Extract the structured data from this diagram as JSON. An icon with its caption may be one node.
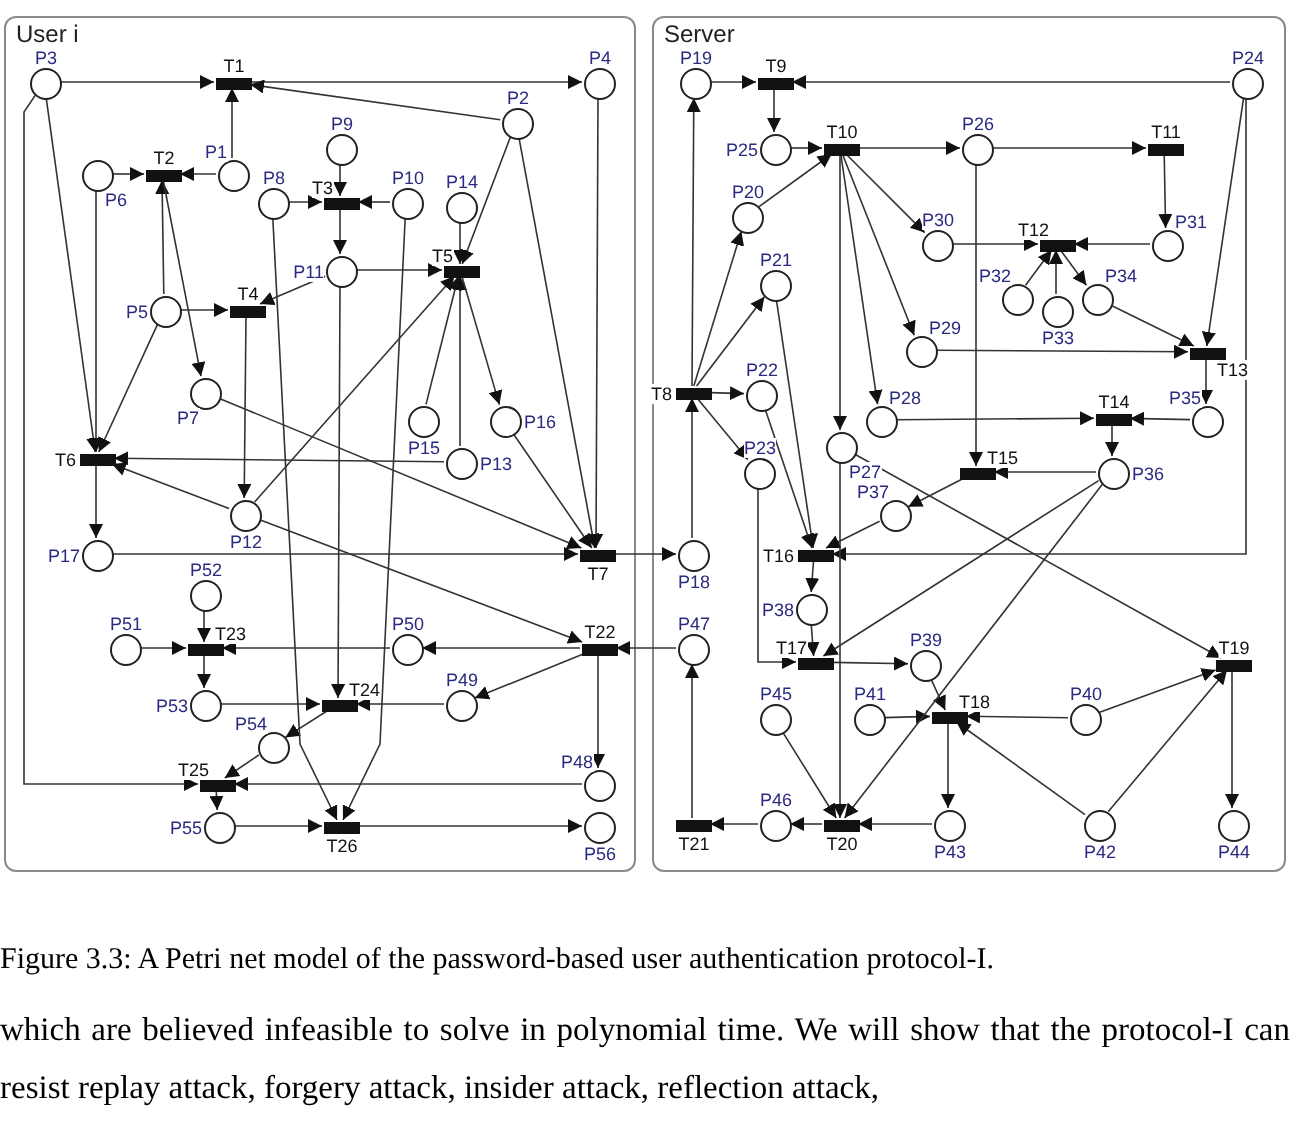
{
  "diagram": {
    "caption": "Figure 3.3: A Petri net model of the password-based user authentication protocol-I.",
    "nodes": [
      {
        "text": [
          "User i"
        ]
      },
      {
        "text": [
          "P1"
        ],
        "in": 0
      },
      {
        "text": [
          "P2"
        ],
        "in": 0
      },
      {
        "text": [
          "P3"
        ],
        "in": 0
      },
      {
        "text": [
          "P4"
        ],
        "in": 0
      },
      {
        "text": [
          "P5"
        ],
        "in": 0
      },
      {
        "text": [
          "P6"
        ],
        "in": 0
      },
      {
        "text": [
          "P7"
        ],
        "in": 0
      },
      {
        "text": [
          "P8"
        ],
        "in": 0
      },
      {
        "text": [
          "P9"
        ],
        "in": 0
      },
      {
        "text": [
          "P10"
        ],
        "in": 0
      },
      {
        "text": [
          "P11"
        ],
        "in": 0
      },
      {
        "text": [
          "P12"
        ],
        "in": 0
      },
      {
        "text": [
          "P13"
        ],
        "in": 0
      },
      {
        "text": [
          "P14"
        ],
        "in": 0
      },
      {
        "text": [
          "P15"
        ],
        "in": 0
      },
      {
        "text": [
          "P16"
        ],
        "in": 0
      },
      {
        "text": [
          "P17"
        ],
        "in": 0
      },
      {
        "text": [
          "T1"
        ],
        "in": 0
      },
      {
        "text": [
          "T2"
        ],
        "in": 0
      },
      {
        "text": [
          "T3"
        ],
        "in": 0
      },
      {
        "text": [
          "T4"
        ],
        "in": 0
      },
      {
        "text": [
          "T5"
        ],
        "in": 0
      },
      {
        "text": [
          "T6"
        ],
        "in": 0
      },
      {
        "text": [
          "T7"
        ],
        "in": 0
      },
      {
        "text": [
          "P48"
        ],
        "in": 0
      },
      {
        "text": [
          "P49"
        ],
        "in": 0
      },
      {
        "text": [
          "P50"
        ],
        "in": 0
      },
      {
        "text": [
          "P51"
        ],
        "in": 0
      },
      {
        "text": [
          "P52"
        ],
        "in": 0
      },
      {
        "text": [
          "P53"
        ],
        "in": 0
      },
      {
        "text": [
          "P54"
        ],
        "in": 0
      },
      {
        "text": [
          "P55"
        ],
        "in": 0
      },
      {
        "text": [
          "P56"
        ],
        "in": 0
      },
      {
        "text": [
          "T22"
        ],
        "in": 0
      },
      {
        "text": [
          "T23"
        ],
        "in": 0
      },
      {
        "text": [
          "T24"
        ],
        "in": 0
      },
      {
        "text": [
          "T25"
        ],
        "in": 0
      },
      {
        "text": [
          "T26"
        ],
        "in": 0
      },
      {
        "text": [
          "Server"
        ]
      },
      {
        "text": [
          "P18"
        ],
        "in": 39
      },
      {
        "text": [
          "P19"
        ],
        "in": 39
      },
      {
        "text": [
          "P20"
        ],
        "in": 39
      },
      {
        "text": [
          "P21"
        ],
        "in": 39
      },
      {
        "text": [
          "P22"
        ],
        "in": 39
      },
      {
        "text": [
          "P23"
        ],
        "in": 39
      },
      {
        "text": [
          "P24"
        ],
        "in": 39
      },
      {
        "text": [
          "P25"
        ],
        "in": 39
      },
      {
        "text": [
          "P26"
        ],
        "in": 39
      },
      {
        "text": [
          "P27"
        ],
        "in": 39
      },
      {
        "text": [
          "P28"
        ],
        "in": 39
      },
      {
        "text": [
          "P29"
        ],
        "in": 39
      },
      {
        "text": [
          "P30"
        ],
        "in": 39
      },
      {
        "text": [
          "P31"
        ],
        "in": 39
      },
      {
        "text": [
          "P32"
        ],
        "in": 39
      },
      {
        "text": [
          "P33"
        ],
        "in": 39
      },
      {
        "text": [
          "P34"
        ],
        "in": 39
      },
      {
        "text": [
          "P35"
        ],
        "in": 39
      },
      {
        "text": [
          "P36"
        ],
        "in": 39
      },
      {
        "text": [
          "P37"
        ],
        "in": 39
      },
      {
        "text": [
          "P38"
        ],
        "in": 39
      },
      {
        "text": [
          "P39"
        ],
        "in": 39
      },
      {
        "text": [
          "P40"
        ],
        "in": 39
      },
      {
        "text": [
          "P41"
        ],
        "in": 39
      },
      {
        "text": [
          "P42"
        ],
        "in": 39
      },
      {
        "text": [
          "P43"
        ],
        "in": 39
      },
      {
        "text": [
          "P44"
        ],
        "in": 39
      },
      {
        "text": [
          "P45"
        ],
        "in": 39
      },
      {
        "text": [
          "P46"
        ],
        "in": 39
      },
      {
        "text": [
          "P47"
        ],
        "in": 39
      },
      {
        "text": [
          "T8"
        ],
        "in": 39
      },
      {
        "text": [
          "T9"
        ],
        "in": 39
      },
      {
        "text": [
          "T10"
        ],
        "in": 39
      },
      {
        "text": [
          "T11"
        ],
        "in": 39
      },
      {
        "text": [
          "T12"
        ],
        "in": 39
      },
      {
        "text": [
          "T13"
        ],
        "in": 39
      },
      {
        "text": [
          "T14"
        ],
        "in": 39
      },
      {
        "text": [
          "T15"
        ],
        "in": 39
      },
      {
        "text": [
          "T16"
        ],
        "in": 39
      },
      {
        "text": [
          "T17"
        ],
        "in": 39
      },
      {
        "text": [
          "T18"
        ],
        "in": 39
      },
      {
        "text": [
          "T19"
        ],
        "in": 39
      },
      {
        "text": [
          "T20"
        ],
        "in": 39
      },
      {
        "text": [
          "T21"
        ],
        "in": 39
      }
    ],
    "edges": [
      {
        "from": 3,
        "to": 18,
        "arrow": "to"
      },
      {
        "from": 18,
        "to": 4,
        "arrow": "to"
      },
      {
        "from": 2,
        "to": 18,
        "arrow": "to"
      },
      {
        "from": 1,
        "to": 18,
        "arrow": "to"
      },
      {
        "from": 6,
        "to": 19,
        "arrow": "to"
      },
      {
        "from": 1,
        "to": 19,
        "arrow": "to"
      },
      {
        "from": 5,
        "to": 19,
        "arrow": "to"
      },
      {
        "from": 19,
        "to": 7,
        "arrow": "to"
      },
      {
        "from": 9,
        "to": 20,
        "arrow": "to"
      },
      {
        "from": 8,
        "to": 20,
        "arrow": "to"
      },
      {
        "from": 10,
        "to": 20,
        "arrow": "to"
      },
      {
        "from": 20,
        "to": 11,
        "arrow": "to"
      },
      {
        "from": 11,
        "to": 22,
        "arrow": "to"
      },
      {
        "from": 11,
        "to": 21,
        "arrow": "to"
      },
      {
        "from": 5,
        "to": 21,
        "arrow": "to"
      },
      {
        "from": 14,
        "to": 22,
        "arrow": "to"
      },
      {
        "from": 2,
        "to": 22,
        "arrow": "to"
      },
      {
        "from": 13,
        "to": 22,
        "arrow": "to"
      },
      {
        "from": 15,
        "to": 22,
        "arrow": "to"
      },
      {
        "from": 12,
        "to": 22,
        "arrow": "to"
      },
      {
        "from": 22,
        "to": 16,
        "arrow": "to"
      },
      {
        "from": 21,
        "to": 12,
        "arrow": "to"
      },
      {
        "from": 3,
        "to": 23,
        "arrow": "to"
      },
      {
        "from": 6,
        "to": 23,
        "arrow": "to"
      },
      {
        "from": 5,
        "to": 23,
        "arrow": "to"
      },
      {
        "from": 13,
        "to": 23,
        "arrow": "to"
      },
      {
        "from": 12,
        "to": 23,
        "arrow": "to"
      },
      {
        "from": 23,
        "to": 17,
        "arrow": "to"
      },
      {
        "from": 2,
        "to": 24,
        "arrow": "to"
      },
      {
        "from": 4,
        "to": 24,
        "arrow": "to"
      },
      {
        "from": 16,
        "to": 24,
        "arrow": "to"
      },
      {
        "from": 7,
        "to": 24,
        "arrow": "to"
      },
      {
        "from": 17,
        "to": 24,
        "arrow": "to"
      },
      {
        "from": 24,
        "to": 40,
        "arrow": "to"
      },
      {
        "from": 12,
        "to": 34,
        "arrow": "to"
      },
      {
        "from": 69,
        "to": 34,
        "arrow": "to"
      },
      {
        "from": 34,
        "to": 27,
        "arrow": "to"
      },
      {
        "from": 34,
        "to": 26,
        "arrow": "to"
      },
      {
        "from": 34,
        "to": 25,
        "arrow": "to"
      },
      {
        "from": 29,
        "to": 35,
        "arrow": "to"
      },
      {
        "from": 28,
        "to": 35,
        "arrow": "to"
      },
      {
        "from": 27,
        "to": 35,
        "arrow": "to"
      },
      {
        "from": 35,
        "to": 30,
        "arrow": "to"
      },
      {
        "from": 30,
        "to": 36,
        "arrow": "to"
      },
      {
        "from": 26,
        "to": 36,
        "arrow": "to"
      },
      {
        "from": 11,
        "to": 36,
        "arrow": "to"
      },
      {
        "from": 36,
        "to": 31,
        "arrow": "to"
      },
      {
        "from": 31,
        "to": 37,
        "arrow": "to"
      },
      {
        "from": 25,
        "to": 37,
        "arrow": "to"
      },
      {
        "from": 3,
        "to": 37,
        "arrow": "to"
      },
      {
        "from": 37,
        "to": 32,
        "arrow": "to"
      },
      {
        "from": 32,
        "to": 38,
        "arrow": "to"
      },
      {
        "from": 8,
        "to": 38,
        "arrow": "to"
      },
      {
        "from": 10,
        "to": 38,
        "arrow": "to"
      },
      {
        "from": 38,
        "to": 33,
        "arrow": "to"
      },
      {
        "from": 40,
        "to": 70,
        "arrow": "to"
      },
      {
        "from": 70,
        "to": 41,
        "arrow": "to"
      },
      {
        "from": 70,
        "to": 42,
        "arrow": "to"
      },
      {
        "from": 70,
        "to": 43,
        "arrow": "to"
      },
      {
        "from": 70,
        "to": 44,
        "arrow": "to"
      },
      {
        "from": 70,
        "to": 45,
        "arrow": "to"
      },
      {
        "from": 41,
        "to": 71,
        "arrow": "to"
      },
      {
        "from": 46,
        "to": 71,
        "arrow": "to"
      },
      {
        "from": 71,
        "to": 47,
        "arrow": "to"
      },
      {
        "from": 47,
        "to": 72,
        "arrow": "to"
      },
      {
        "from": 42,
        "to": 72,
        "arrow": "to"
      },
      {
        "from": 72,
        "to": 48,
        "arrow": "to"
      },
      {
        "from": 72,
        "to": 52,
        "arrow": "to"
      },
      {
        "from": 72,
        "to": 51,
        "arrow": "to"
      },
      {
        "from": 72,
        "to": 50,
        "arrow": "to"
      },
      {
        "from": 72,
        "to": 49,
        "arrow": "to"
      },
      {
        "from": 48,
        "to": 73,
        "arrow": "to"
      },
      {
        "from": 73,
        "to": 53,
        "arrow": "to"
      },
      {
        "from": 53,
        "to": 74,
        "arrow": "to"
      },
      {
        "from": 52,
        "to": 74,
        "arrow": "to"
      },
      {
        "from": 54,
        "to": 74,
        "arrow": "to"
      },
      {
        "from": 55,
        "to": 74,
        "arrow": "to"
      },
      {
        "from": 74,
        "to": 56,
        "arrow": "to"
      },
      {
        "from": 56,
        "to": 75,
        "arrow": "to"
      },
      {
        "from": 51,
        "to": 75,
        "arrow": "to"
      },
      {
        "from": 46,
        "to": 75,
        "arrow": "to"
      },
      {
        "from": 75,
        "to": 57,
        "arrow": "to"
      },
      {
        "from": 57,
        "to": 76,
        "arrow": "to"
      },
      {
        "from": 50,
        "to": 76,
        "arrow": "to"
      },
      {
        "from": 76,
        "to": 58,
        "arrow": "to"
      },
      {
        "from": 58,
        "to": 77,
        "arrow": "to"
      },
      {
        "from": 48,
        "to": 77,
        "arrow": "to"
      },
      {
        "from": 77,
        "to": 59,
        "arrow": "to"
      },
      {
        "from": 59,
        "to": 78,
        "arrow": "to"
      },
      {
        "from": 43,
        "to": 78,
        "arrow": "to"
      },
      {
        "from": 44,
        "to": 78,
        "arrow": "to"
      },
      {
        "from": 46,
        "to": 78,
        "arrow": "to"
      },
      {
        "from": 78,
        "to": 60,
        "arrow": "to"
      },
      {
        "from": 60,
        "to": 79,
        "arrow": "to"
      },
      {
        "from": 45,
        "to": 79,
        "arrow": "to"
      },
      {
        "from": 58,
        "to": 79,
        "arrow": "to"
      },
      {
        "from": 79,
        "to": 61,
        "arrow": "to"
      },
      {
        "from": 61,
        "to": 80,
        "arrow": "to"
      },
      {
        "from": 63,
        "to": 80,
        "arrow": "to"
      },
      {
        "from": 62,
        "to": 80,
        "arrow": "to"
      },
      {
        "from": 64,
        "to": 80,
        "arrow": "to"
      },
      {
        "from": 80,
        "to": 65,
        "arrow": "to"
      },
      {
        "from": 65,
        "to": 82,
        "arrow": "to"
      },
      {
        "from": 67,
        "to": 82,
        "arrow": "to"
      },
      {
        "from": 49,
        "to": 82,
        "arrow": "to"
      },
      {
        "from": 58,
        "to": 82,
        "arrow": "to"
      },
      {
        "from": 82,
        "to": 68,
        "arrow": "to"
      },
      {
        "from": 68,
        "to": 83,
        "arrow": "to"
      },
      {
        "from": 83,
        "to": 69,
        "arrow": "to"
      },
      {
        "from": 49,
        "to": 81,
        "arrow": "to"
      },
      {
        "from": 62,
        "to": 81,
        "arrow": "to"
      },
      {
        "from": 64,
        "to": 81,
        "arrow": "to"
      },
      {
        "from": 81,
        "to": 66,
        "arrow": "to"
      }
    ],
    "labels": [
      "which are believed infeasible to solve in polynomial time. We will show that the protocol-I can resist replay attack, forgery attack, insider attack, reflection attack,"
    ]
  }
}
